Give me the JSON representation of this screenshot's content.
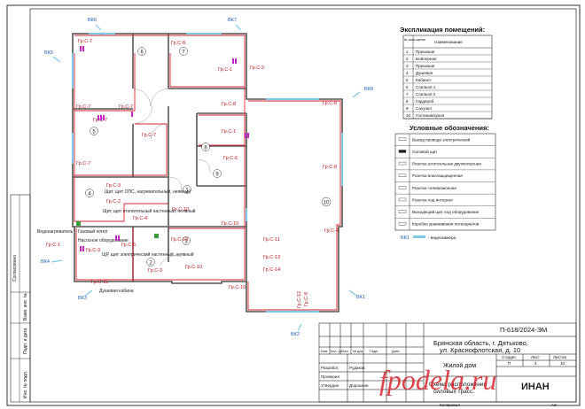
{
  "title_block": {
    "doc_code": "П-618/2024-ЭМ",
    "address_line1": "Брянская область, г. Дятьково,",
    "address_line2": "ул. Краснофлотская, д. 10",
    "object": "Жилой дом",
    "sheet_name_line1": "Схема расположения",
    "sheet_name_line2": "силовых трасс.",
    "stage_label": "Стадия",
    "sheet_label": "Лист",
    "sheets_label": "Листов",
    "stage_value": "П",
    "sheet_value": "4",
    "sheets_value": "10",
    "format": "А3",
    "copied": "Копировал",
    "columns": [
      "Изм.",
      "Кол. уч",
      "Лист",
      "№ док.",
      "Подп.",
      "Дата"
    ],
    "roles": [
      "Разработ.",
      "Проверил",
      "Утвердил"
    ],
    "developer_name": "Рудаков",
    "approver_name": "Дорошков",
    "watermark": "fpodela.ru",
    "company": "ИНАН"
  },
  "side_stamp": [
    "Согласовано",
    "Взам. инв. №",
    "Подп. и дата",
    "Инв. № подл."
  ],
  "rooms_legend": {
    "heading": "Экспликация помещений:",
    "col_num": "№ поме-щения",
    "col_name": "Наименование",
    "rows": [
      {
        "n": "1",
        "name": "Прихожая"
      },
      {
        "n": "2",
        "name": "Бойлерная"
      },
      {
        "n": "3",
        "name": "Прихожая"
      },
      {
        "n": "4",
        "name": "Душевая"
      },
      {
        "n": "5",
        "name": "Кабинет"
      },
      {
        "n": "6",
        "name": "Спальня 1"
      },
      {
        "n": "7",
        "name": "Спальня 2"
      },
      {
        "n": "8",
        "name": "Гардероб"
      },
      {
        "n": "9",
        "name": "Санузел"
      },
      {
        "n": "10",
        "name": "Гостиная/кухня"
      }
    ]
  },
  "symbols_legend": {
    "heading": "Условные обозначения:",
    "rows": [
      "Вывод провода электрический",
      "Силовой щит",
      "Розетка штепсельная двухполюсная",
      "Розетка влагозащищенная",
      "Розетка телевизионная",
      "Розетка под интернет",
      "Выходящий щит под оборудование",
      "Коробка уравнивания потенциалов"
    ],
    "cable_label": "- видеокамера",
    "cable_code": "ВК1"
  },
  "cameras": [
    "ВК5",
    "ВК6",
    "ВК7",
    "ВК8",
    "ВК4",
    "ВК3",
    "ВК2",
    "ВК1"
  ],
  "rooms": [
    "1",
    "2",
    "3",
    "4",
    "5",
    "6",
    "7",
    "8",
    "9",
    "10"
  ],
  "groups": [
    "Гр.С-7",
    "Гр.С-8",
    "Гр.С-2",
    "Гр.С-1",
    "Гр.С-4",
    "Гр.С-3",
    "Гр.С-5",
    "Гр.С-6",
    "Гр.С-9",
    "Гр.С-10",
    "Гр.С-11",
    "Гр.С-12",
    "Гр.С-13",
    "Гр.С-14",
    "Гр.С-15",
    "Гр.С-16"
  ],
  "notes": {
    "panel_main": "Щит, щит ОПС, нагревательный, неявный",
    "panel_2": "Щит, щит отопительный настенный, неявный",
    "panel_3": "ЩР, щит электрический настенный, неявный",
    "water_heater": "Водонагреватель",
    "boiler": "Газовый котел",
    "pump": "Насосное оборудование",
    "shower": "Душевая кабина"
  }
}
